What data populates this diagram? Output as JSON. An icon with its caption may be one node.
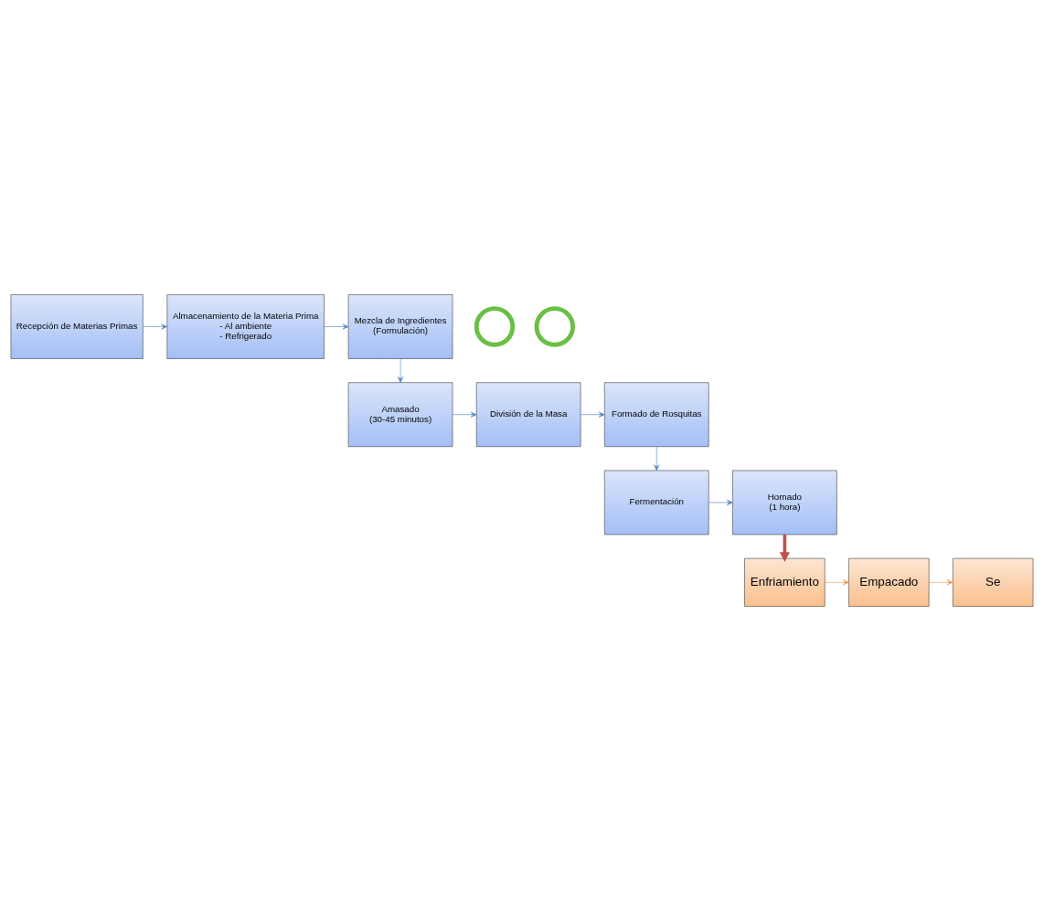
{
  "diagram": {
    "nodes": [
      {
        "text": [
          "Recepción de Materias Primas"
        ]
      },
      {
        "text": [
          "Almacenamiento de la Materia Prima",
          "- Al ambiente",
          "- Refrigerado"
        ]
      },
      {
        "text": [
          "Mezcla de Ingredientes",
          "(Formulación)"
        ]
      },
      {
        "text": [
          "Amasado",
          "(30-45 minutos)"
        ]
      },
      {
        "text": [
          "División de la Masa"
        ]
      },
      {
        "text": [
          "Formado de Rosquitas"
        ]
      },
      {
        "text": [
          "Fermentación"
        ]
      },
      {
        "text": [
          "Hornado",
          "(1 hora)"
        ]
      },
      {
        "text": [
          "Enfriamiento"
        ]
      },
      {
        "text": [
          "Empacado"
        ]
      },
      {
        "text": [
          "Se"
        ]
      },
      {
        "text": [],
        "shape": "circle"
      },
      {
        "text": [],
        "shape": "circle"
      }
    ],
    "edges": [
      {
        "from": 0,
        "to": 1,
        "arrow": "to"
      },
      {
        "from": 1,
        "to": 2,
        "arrow": "to"
      },
      {
        "from": 2,
        "to": 3,
        "arrow": "to"
      },
      {
        "from": 3,
        "to": 4,
        "arrow": "to"
      },
      {
        "from": 4,
        "to": 5,
        "arrow": "to"
      },
      {
        "from": 5,
        "to": 6,
        "arrow": "to"
      },
      {
        "from": 6,
        "to": 7,
        "arrow": "to"
      },
      {
        "from": 7,
        "to": 8,
        "arrow": "to",
        "style": "thick",
        "color": "#c0504d"
      },
      {
        "from": 8,
        "to": 9,
        "arrow": "to",
        "color": "#f79646"
      },
      {
        "from": 9,
        "to": 10,
        "arrow": "to",
        "color": "#f79646"
      }
    ]
  }
}
